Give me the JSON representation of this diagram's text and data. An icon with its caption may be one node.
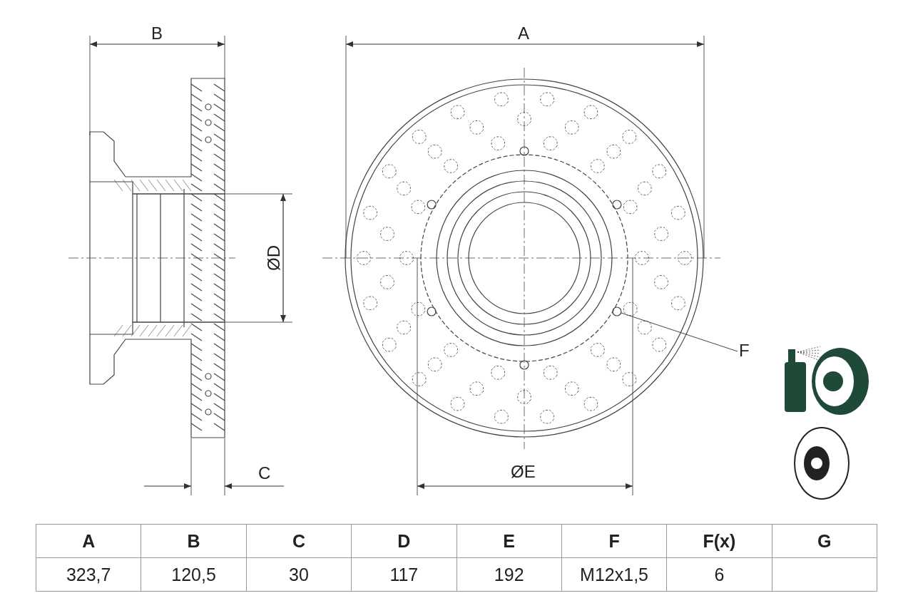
{
  "diagram": {
    "nodes": [
      {
        "text": [
          "F"
        ]
      },
      {
        "text": [],
        "shape": "circle"
      }
    ],
    "edges": [
      {
        "from": 0,
        "to": 1,
        "arrow": "none"
      }
    ],
    "labels": [
      "B",
      "A",
      "ØD",
      "C",
      "ØE",
      "A",
      "B",
      "C",
      "D",
      "E",
      "F",
      "F(x)",
      "G",
      "323,7",
      "120,5",
      "30",
      "117",
      "192",
      "M12x1,5",
      "6"
    ]
  }
}
